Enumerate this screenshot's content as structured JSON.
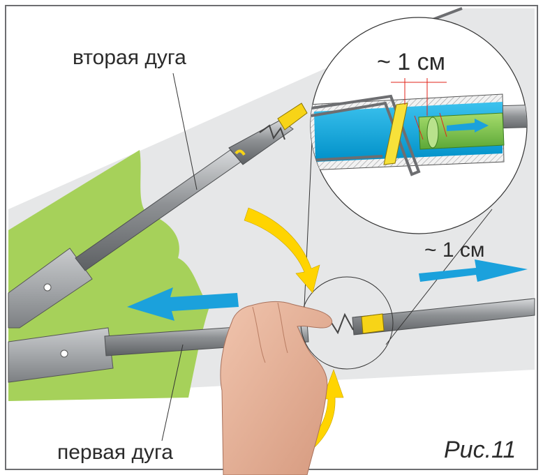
{
  "labels": {
    "second_arc": "вторая дуга",
    "first_arc": "первая дуга",
    "zoom_distance": "~ 1 см",
    "move_distance": "~ 1 см",
    "figure_caption": "Рис.11"
  },
  "colors": {
    "background_grey": "#e6e7e8",
    "green_area": "#a6d15a",
    "blue_arrow": "#1ba1dc",
    "yellow_arrow": "#ffd400",
    "rod_grey": "#8a8d90",
    "sleeve_grey": "#a7a9ac",
    "tube_blue": "#00a8e0",
    "tube_green": "#7dc242",
    "tape_yellow": "#f7e13a",
    "measure_red": "#e2231a",
    "skin": "#e8b49a"
  },
  "icons": {
    "left_arrow": "blue-arrow-left-icon",
    "right_arrow": "blue-arrow-right-icon",
    "top_curved_arrow": "yellow-curved-arrow-down-icon",
    "bottom_curved_arrow": "yellow-curved-arrow-up-icon",
    "zoom_circle": "magnifier-circle-icon",
    "hand": "hand-icon"
  }
}
